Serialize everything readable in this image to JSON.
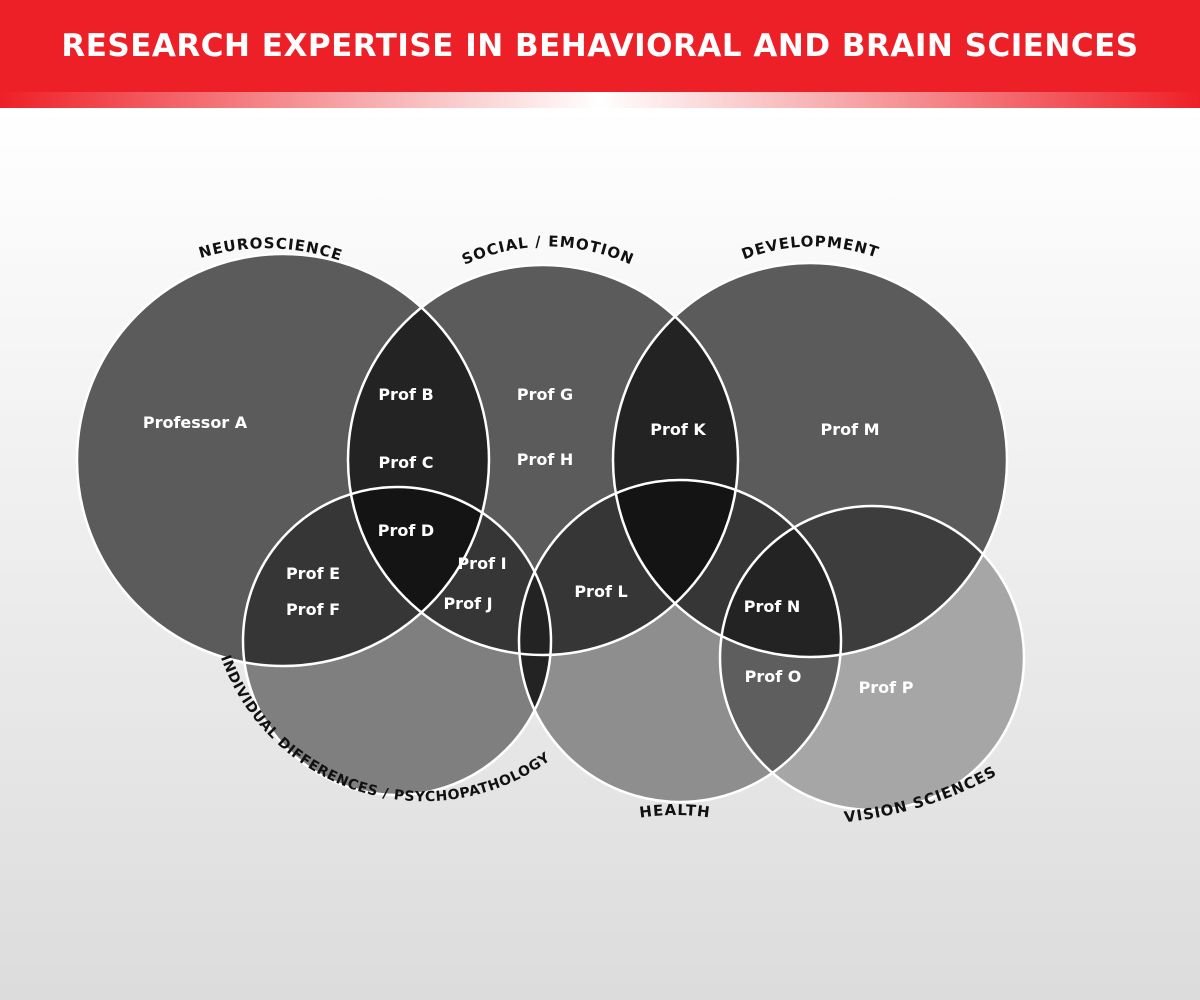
{
  "title": "RESEARCH EXPERTISE IN BEHAVIORAL AND BRAIN SCIENCES",
  "categories": {
    "neuroscience": "NEUROSCIENCE",
    "social_emotion": "SOCIAL / EMOTION",
    "development": "DEVELOPMENT",
    "individual_differences": "INDIVIDUAL DIFFERENCES / PSYCHOPATHOLOGY",
    "health": "HEALTH",
    "vision_sciences": "VISION SCIENCES"
  },
  "people": {
    "a": "Professor A",
    "b": "Prof B",
    "c": "Prof C",
    "d": "Prof D",
    "e": "Prof E",
    "f": "Prof F",
    "g": "Prof G",
    "h": "Prof H",
    "i": "Prof I",
    "j": "Prof J",
    "k": "Prof K",
    "l": "Prof L",
    "m": "Prof M",
    "n": "Prof N",
    "o": "Prof O",
    "p": "Prof P"
  },
  "colors": {
    "header": "#ee2027",
    "neuroscience": "#5b5b5b",
    "social_emotion": "#5b5b5b",
    "development": "#5b5b5b",
    "individual_differences": "#7f7f7f",
    "health": "#8e8e8e",
    "vision_sciences": "#a6a6a6"
  }
}
